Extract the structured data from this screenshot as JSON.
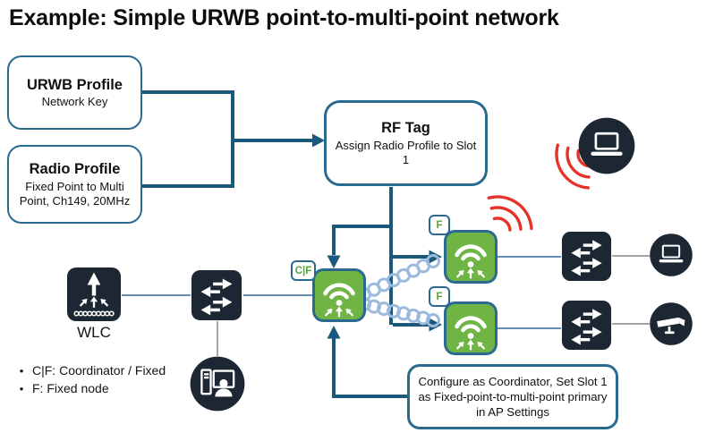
{
  "title": "Example: Simple URWB point-to-multi-point network",
  "boxes": {
    "urwb_profile": {
      "title": "URWB Profile",
      "subtitle": "Network Key"
    },
    "radio_profile": {
      "title": "Radio Profile",
      "subtitle": "Fixed Point to Multi Point, Ch149, 20MHz"
    },
    "rf_tag": {
      "title": "RF Tag",
      "subtitle": "Assign Radio Profile to Slot 1"
    },
    "configure": {
      "text": "Configure as Coordinator, Set Slot 1 as Fixed-point-to-multi-point primary in AP Settings"
    }
  },
  "nodes": {
    "wlc_label": "WLC",
    "cf_badge": "C|F",
    "f_badge_top": "F",
    "f_badge_bottom": "F"
  },
  "legend": {
    "bullet": "•",
    "items": [
      "C|F: Coordinator / Fixed",
      "F: Fixed node"
    ]
  },
  "icons": {
    "wlc": "wireless-lan-controller-icon",
    "switch": "network-switch-icon",
    "ap": "urwb-access-point-icon",
    "laptop": "laptop-client-icon",
    "camera": "cctv-camera-icon",
    "admin": "admin-workstation-icon",
    "red_waves": "wifi-signal-waves-icon",
    "coil": "wireless-link-coil"
  },
  "colors": {
    "line_teal": "#1a587c",
    "border_teal": "#2a6a8f",
    "ap_green": "#6fb445",
    "badge_green": "#55a637",
    "icon_dark": "#1d2733",
    "signal_red": "#e63229",
    "coil_blue": "#9cbade",
    "thin_link_blue": "#4d7fa6",
    "thin_link_gray": "#97989b"
  }
}
